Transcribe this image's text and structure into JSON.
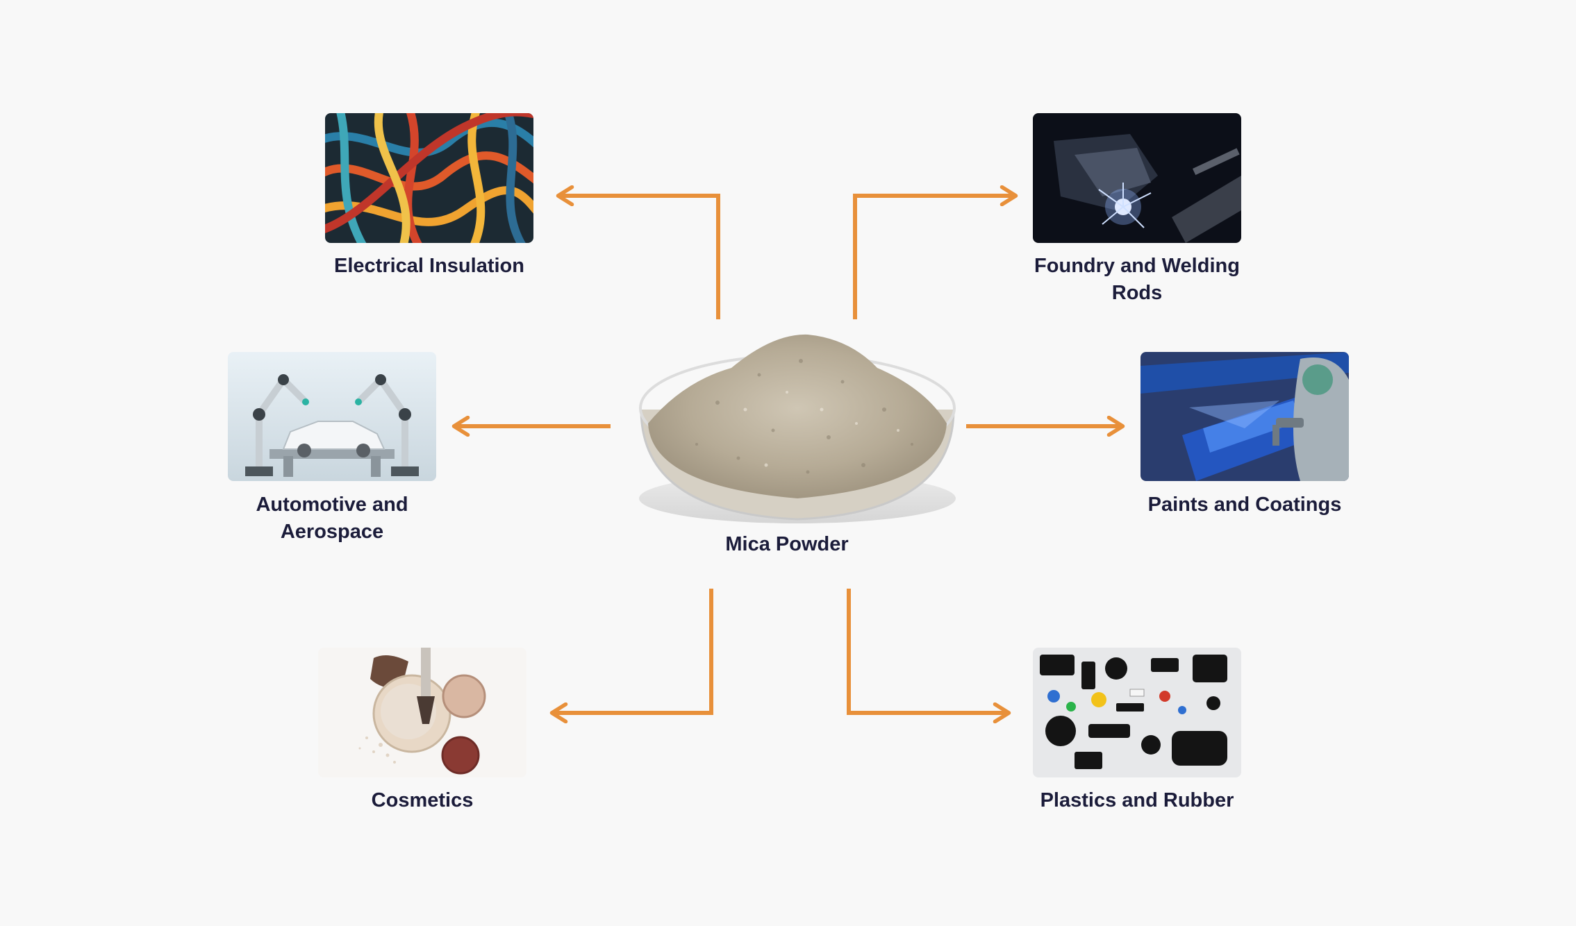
{
  "diagram": {
    "center": {
      "label": "Mica Powder",
      "icon": "mica-powder-dish"
    },
    "applications": [
      {
        "id": "electrical-insulation",
        "label": "Electrical Insulation",
        "icon": "colored-wires"
      },
      {
        "id": "foundry-welding",
        "label": "Foundry and Welding Rods",
        "icon": "welding-sparks"
      },
      {
        "id": "automotive-aerospace",
        "label": "Automotive and Aerospace",
        "icon": "robot-arms-car"
      },
      {
        "id": "paints-coatings",
        "label": "Paints and Coatings",
        "icon": "spray-gun"
      },
      {
        "id": "cosmetics",
        "label": "Cosmetics",
        "icon": "makeup-powder-brush"
      },
      {
        "id": "plastics-rubber",
        "label": "Plastics and Rubber",
        "icon": "plastic-rubber-parts"
      }
    ],
    "colors": {
      "arrow": "#e8903a",
      "text": "#1b1c3a",
      "background": "#f8f8f8"
    }
  }
}
